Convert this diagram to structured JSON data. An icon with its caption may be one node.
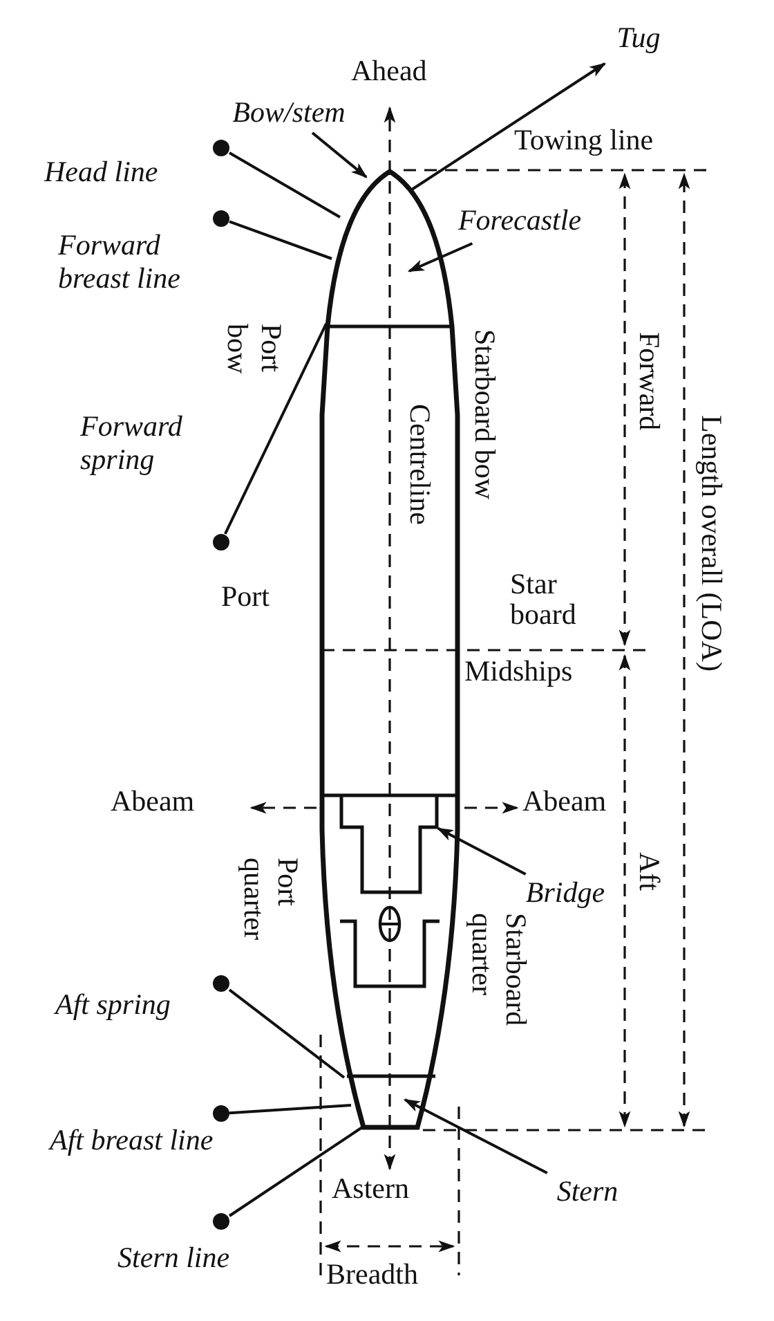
{
  "diagram": {
    "nodes": [
      {
        "text": [],
        "shape": "ship"
      },
      {
        "text": [],
        "shape": "box",
        "in": 0
      },
      {
        "text": [
          "Bow/stem"
        ]
      },
      {
        "text": [
          "Forecastle"
        ]
      },
      {
        "text": [
          "Bridge"
        ]
      },
      {
        "text": [
          "Stern"
        ]
      },
      {
        "text": [
          "Tug"
        ]
      },
      {
        "text": [],
        "shape": "circle",
        "beside": [
          "Head line"
        ]
      },
      {
        "text": [],
        "shape": "circle",
        "beside": [
          "Forward breast line"
        ]
      },
      {
        "text": [],
        "shape": "circle",
        "beside": [
          "Forward spring"
        ]
      },
      {
        "text": [],
        "shape": "circle",
        "beside": [
          "Aft spring"
        ]
      },
      {
        "text": [],
        "shape": "circle",
        "beside": [
          "Aft breast line"
        ]
      },
      {
        "text": [],
        "shape": "circle",
        "beside": [
          "Stern line"
        ]
      }
    ],
    "edges": [
      {
        "from": 2,
        "to": 0,
        "arrow": "to"
      },
      {
        "from": 3,
        "to": 0,
        "arrow": "to"
      },
      {
        "from": 4,
        "to": 1,
        "arrow": "to"
      },
      {
        "from": 5,
        "to": 0,
        "arrow": "to"
      },
      {
        "from": 0,
        "to": 6,
        "arrow": "to"
      },
      {
        "from": 7,
        "to": 0,
        "arrow": "none"
      },
      {
        "from": 8,
        "to": 0,
        "arrow": "none"
      },
      {
        "from": 9,
        "to": 0,
        "arrow": "none"
      },
      {
        "from": 10,
        "to": 0,
        "arrow": "none"
      },
      {
        "from": 11,
        "to": 0,
        "arrow": "none"
      },
      {
        "from": 12,
        "to": 0,
        "arrow": "none"
      }
    ],
    "labels": [
      "Ahead",
      "Towing line",
      "Port bow",
      "Centreline",
      "Starboard bow",
      "Forward",
      "Length overall (LOA)",
      "Port",
      "Star board",
      "Midships",
      "Abeam",
      "Abeam",
      "Aft",
      "Port quarter",
      "Starboard quarter",
      "Astern",
      "Breadth"
    ]
  }
}
